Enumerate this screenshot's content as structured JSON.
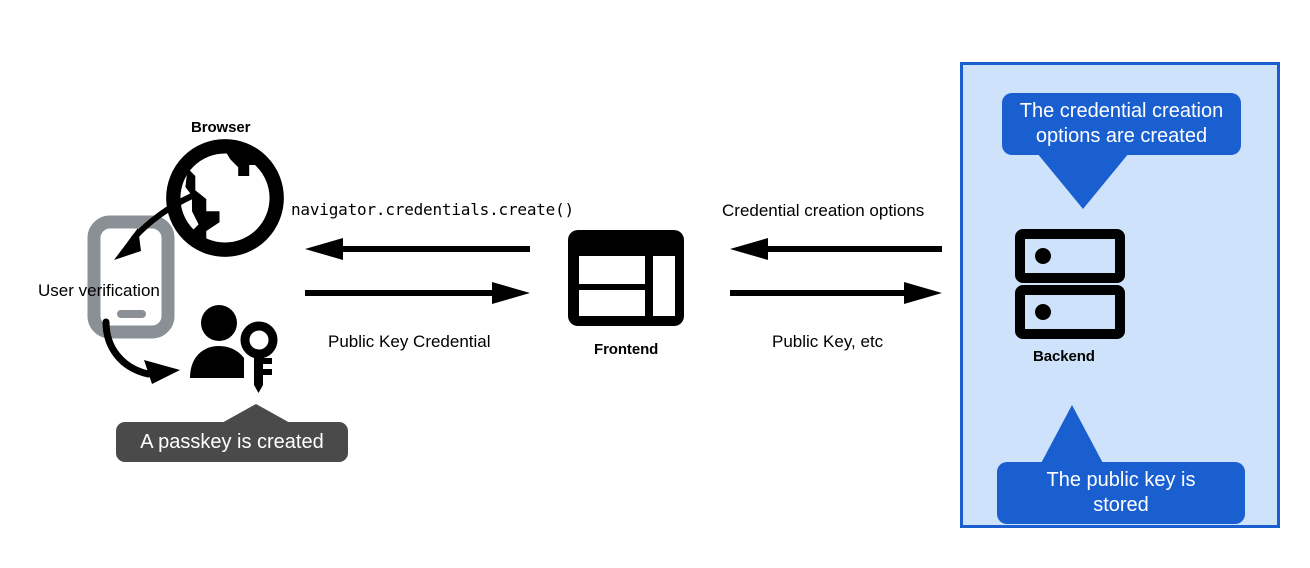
{
  "diagram": {
    "title": "WebAuthn passkey registration flow",
    "background": "#ffffff",
    "colors": {
      "black": "#000000",
      "gray_device": "#8b9096",
      "blue_accent": "#1a5fd0",
      "blue_panel_bg": "#cfe2fc",
      "dark_bubble": "#4a4a4a",
      "white": "#ffffff"
    }
  },
  "nodes": {
    "browser": {
      "label": "Browser",
      "icon": "globe-icon"
    },
    "device": {
      "icon": "mobile-phone-icon",
      "label": "User verification"
    },
    "user": {
      "icon": "user-with-key-icon"
    },
    "frontend": {
      "label": "Frontend",
      "icon": "web-layout-icon"
    },
    "backend": {
      "label": "Backend",
      "icon": "server-rack-icon"
    }
  },
  "flows": {
    "browser_frontend": {
      "top_label": "navigator.credentials.create()",
      "top_direction": "left",
      "bottom_label": "Public Key Credential",
      "bottom_direction": "right"
    },
    "frontend_backend": {
      "top_label": "Credential creation options",
      "top_direction": "left",
      "bottom_label": "Public Key, etc",
      "bottom_direction": "right"
    }
  },
  "callouts": {
    "credential_options": {
      "text": "The credential creation options are created",
      "line1": "The credential creation",
      "line2": "options are created",
      "style": "blue",
      "tail": "down"
    },
    "public_key_stored": {
      "text": "The public key is stored",
      "line1": "The public key is",
      "line2": "stored",
      "style": "blue",
      "tail": "up"
    },
    "passkey_created": {
      "text": "A passkey is created",
      "style": "dark",
      "tail": "up"
    }
  },
  "annotations": {
    "user_verification": "User verification"
  }
}
